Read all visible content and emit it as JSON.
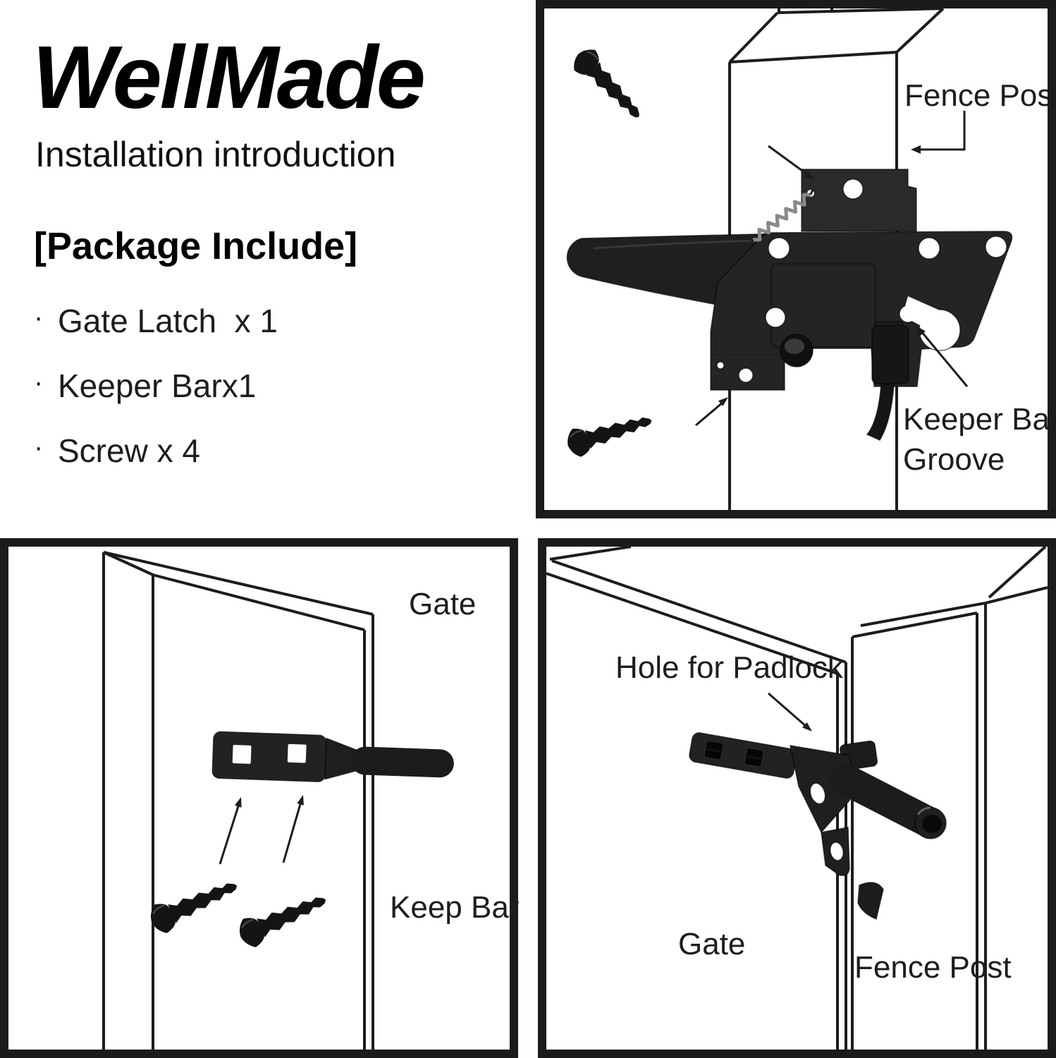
{
  "header": {
    "title": "WellMade",
    "subtitle": "Installation introduction"
  },
  "package": {
    "heading": "[Package Include]",
    "items": [
      {
        "bullet": "·",
        "label": "Gate Latch  x 1"
      },
      {
        "bullet": "·",
        "label": "Keeper Barx1"
      },
      {
        "bullet": "·",
        "label": "Screw x 4"
      }
    ]
  },
  "panel_top_right": {
    "fence_post_label": "Fence Post",
    "keeper_groove_line1": "Keeper Bar",
    "keeper_groove_line2": "Groove"
  },
  "panel_bottom_left": {
    "gate_label": "Gate",
    "keep_bar_label": "Keep Bar"
  },
  "panel_bottom_right": {
    "padlock_label": "Hole for Padlock",
    "gate_label": "Gate",
    "fence_post_label": "Fence Post"
  },
  "colors": {
    "ink": "#1c1c1c",
    "hardware_dark": "#1d1d1d",
    "hardware_mid": "#2e2e2e",
    "spring_light": "#9a9a9a"
  }
}
